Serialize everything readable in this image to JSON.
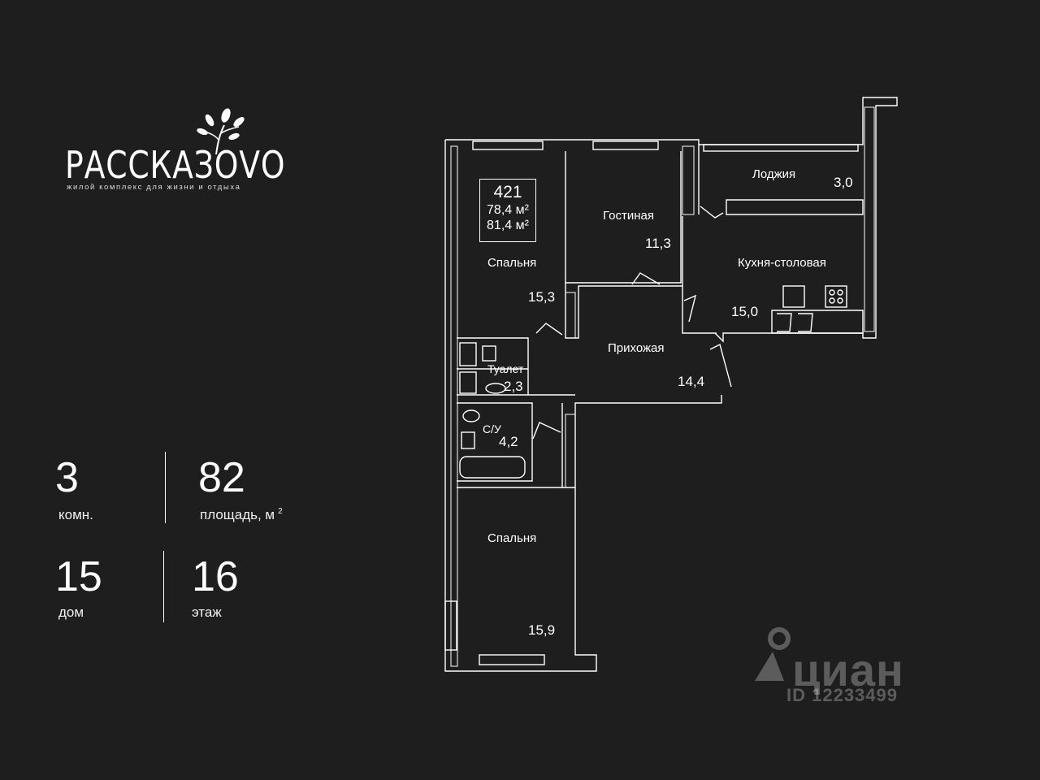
{
  "logo": {
    "wordmark": "РАССКАЗОVО",
    "tagline": "жилой комплекс для жизни и отдыха",
    "icon": "tree-leaves-icon"
  },
  "stats": {
    "rooms_value": "3",
    "rooms_label": "комн.",
    "area_value": "82",
    "area_label": "площадь, м",
    "area_unit_sup": "2",
    "house_value": "15",
    "house_label": "дом",
    "floor_value": "16",
    "floor_label": "этаж"
  },
  "plan": {
    "apartment_number": "421",
    "area_living_total": "78,4 м²",
    "area_with_loggia": "81,4 м²",
    "rooms": [
      {
        "name": "Спальня",
        "area": "15,3"
      },
      {
        "name": "Гостиная",
        "area": "11,3"
      },
      {
        "name": "Лоджия",
        "area": "3,0"
      },
      {
        "name": "Кухня-столовая",
        "area": "15,0"
      },
      {
        "name": "Прихожая",
        "area": "14,4"
      },
      {
        "name": "Туалет",
        "area": "2,3"
      },
      {
        "name": "С/У",
        "area": "4,2"
      },
      {
        "name": "Спальня",
        "area": "15,9"
      }
    ]
  },
  "watermark": {
    "brand": "циан",
    "id_text": "ID 12233499",
    "icon": "location-pin-icon"
  },
  "colors": {
    "background": "#1e1e1f",
    "foreground": "#ffffff"
  }
}
